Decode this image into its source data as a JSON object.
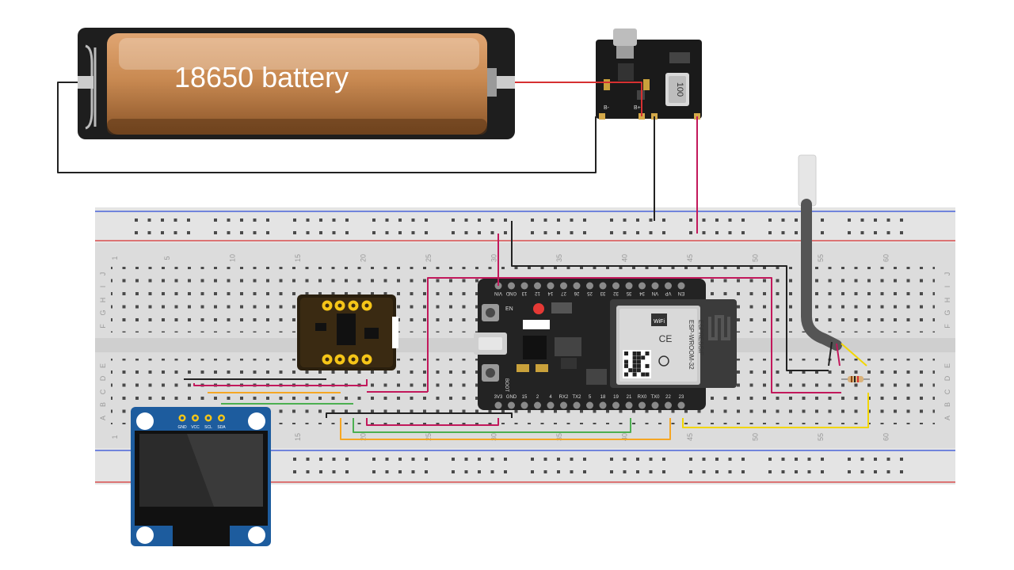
{
  "battery": {
    "label": "18650 battery"
  },
  "charger": {
    "inductor_marking": "100",
    "pin_bminus": "B-",
    "pin_bplus": "B+"
  },
  "breadboard": {
    "column_numbers": [
      "1",
      "5",
      "10",
      "15",
      "20",
      "25",
      "30",
      "35",
      "40",
      "45",
      "50",
      "55",
      "60"
    ],
    "row_letters_top": [
      "J",
      "I",
      "H",
      "G",
      "F"
    ],
    "row_letters_bottom": [
      "E",
      "D",
      "C",
      "B",
      "A"
    ]
  },
  "esp32": {
    "top_pins": [
      "VIN",
      "GND",
      "13",
      "12",
      "14",
      "27",
      "26",
      "25",
      "33",
      "32",
      "35",
      "34",
      "VN",
      "VP",
      "EN"
    ],
    "bottom_pins": [
      "3V3",
      "GND",
      "15",
      "2",
      "4",
      "RX2",
      "TX2",
      "5",
      "18",
      "19",
      "21",
      "RX0",
      "TX0",
      "22",
      "23"
    ],
    "module_vendor": "ESPRESSIF",
    "module_name": "ESP-WROOM-32",
    "wifi_text": "WiFi",
    "ce_text": "CE",
    "en_label": "EN",
    "boot_label": "BOOT"
  },
  "oled": {
    "pins": [
      "GND",
      "VCC",
      "SCL",
      "SDA"
    ]
  },
  "colors": {
    "wire_red": "#c2185b",
    "wire_black": "#222222",
    "wire_orange": "#f5a623",
    "wire_green": "#4caf50",
    "wire_yellow": "#f2d600",
    "rail_blue": "#2c4bd8",
    "rail_red": "#d63031",
    "pcb_dark": "#2b2b2b",
    "oled_blue": "#1d5c9e",
    "battery_copper": "#c98a52"
  }
}
